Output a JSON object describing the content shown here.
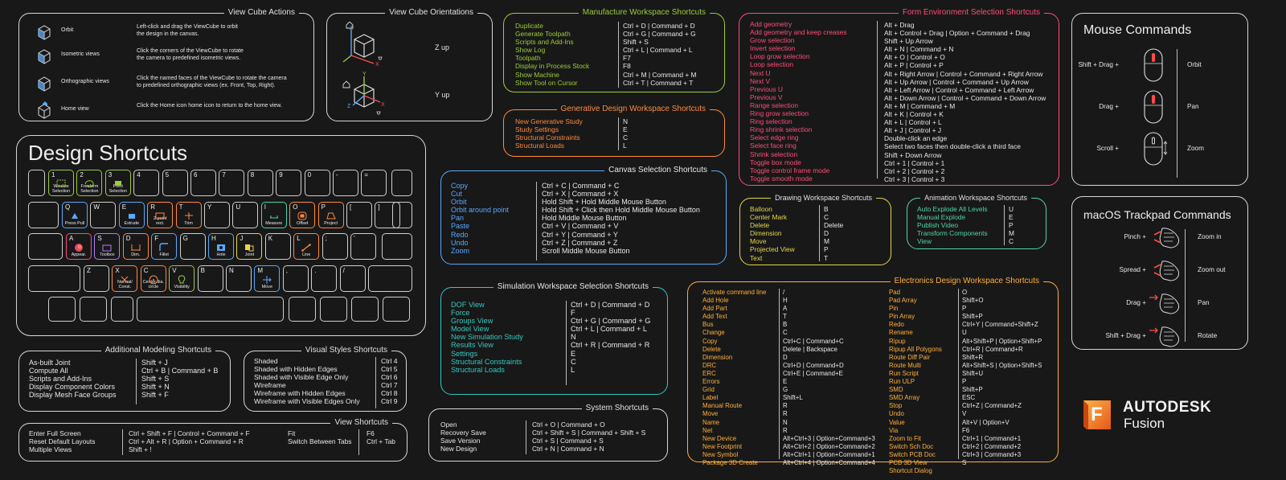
{
  "colors": {
    "green": "#9ccc3a",
    "orange": "#ff8a3c",
    "red": "#ff4d7a",
    "blue": "#5aa9ff",
    "yellow": "#e6d64a",
    "mint": "#4fd6a4",
    "teal": "#37c7c0",
    "purple": "#b67cff",
    "amber": "#ffb03a",
    "white": "#e8e8e8",
    "brand": "#f47b20"
  },
  "view_cube_actions": {
    "title": "View Cube Actions",
    "rows": [
      {
        "icon": "cube-orbit-icon",
        "label": "Orbit",
        "desc": "Left-click and drag the ViewCube to orbit\nthe design in the canvas."
      },
      {
        "icon": "cube-isometric-icon",
        "label": "Isometric views",
        "desc": "Click the corners of the ViewCube to rotate\nthe camera to predefined isometric views."
      },
      {
        "icon": "cube-orthographic-icon",
        "label": "Orthographic views",
        "desc": "Click the named faces of the ViewCube to rotate the camera\nto predefined orthographic views (ex. Front, Top, Right)."
      },
      {
        "icon": "cube-home-icon",
        "label": "Home view",
        "desc": "Click the Home icon home icon to return to the home view."
      }
    ]
  },
  "view_cube_orientations": {
    "title": "View Cube Orientations",
    "rows": [
      {
        "label": "Z up"
      },
      {
        "label": "Y up"
      }
    ]
  },
  "manufacture": {
    "title": "Manufacture Workspace Shortcuts",
    "actions": [
      "Duplicate",
      "Generate Toolpath",
      "Scripts and Add-Ins",
      "Show Log",
      "Toolpath",
      "Display in Process Stock",
      "Show Machine",
      "Show Tool on Cursor"
    ],
    "keys": [
      "Ctrl + D | Command + D",
      "Ctrl + G | Command + G",
      "Shift + S",
      "Ctrl + L | Command + L",
      "F7",
      "F8",
      "Ctrl + M | Command + M",
      "Ctrl + T | Command + T"
    ]
  },
  "generative": {
    "title": "Generative Design Workspace Shortcuts",
    "actions": [
      "New Generative Study",
      "Study Settings",
      "Structural Constraints",
      "Structural Loads"
    ],
    "keys": [
      "N",
      "E",
      "C",
      "L"
    ]
  },
  "form": {
    "title": "Form Environment Selection Shortcuts",
    "actions": [
      "Add geometry",
      "Add geometry and keep creases",
      "Grow selection",
      "Invert selection",
      "Loop grow selection",
      "Loop selection",
      "Next U",
      "Next V",
      "Previous U",
      "Previous V",
      "Range selection",
      "Ring grow selection",
      "Ring selection",
      "Ring shrink selection",
      "Select edge ring",
      "Select face ring",
      "Shrink selection",
      "Toggle box mode",
      "Toggle control frame mode",
      "Toggle smooth mode"
    ],
    "keys": [
      "Alt + Drag",
      "Alt + Control + Drag | Option + Command + Drag",
      "Shift + Up Arrow",
      "Alt + N | Command + N",
      "Alt + O | Control + O",
      "Alt + P | Control + P",
      "Alt + Right Arrow | Control + Command + Right Arrow",
      "Alt + Up Arrow | Control + Command + Up Arrow",
      "Alt + Left Arrow | Control + Command + Left Arrow",
      "Alt + Down Arrow | Control + Command + Down Arrow",
      "Alt + M | Command + M",
      "Alt + K | Control + K",
      "Alt + L | Control + L",
      "Alt + J | Control + J",
      "Double-click an edge",
      "Select two faces then double-click a third face",
      "Shift + Down Arrow",
      "Ctrl + 1 | Control + 1",
      "Ctrl + 2 | Control + 2",
      "Ctrl + 3 | Control + 3"
    ]
  },
  "mouse": {
    "title": "Mouse Commands",
    "rows": [
      {
        "modifier": "Shift + Drag +",
        "action": "Orbit"
      },
      {
        "modifier": "Drag +",
        "action": "Pan"
      },
      {
        "modifier": "Scroll +",
        "action": "Zoom"
      }
    ]
  },
  "trackpad": {
    "title": "macOS Trackpad Commands",
    "rows": [
      {
        "modifier": "Pinch +",
        "action": "Zoom in"
      },
      {
        "modifier": "Spread +",
        "action": "Zoom out"
      },
      {
        "modifier": "Drag +",
        "action": "Pan"
      },
      {
        "modifier": "Shift + Drag +",
        "action": "Rotate"
      }
    ]
  },
  "design": {
    "title": "Design Shortcuts",
    "keys": [
      {
        "l": "1",
        "s": "Window\nSelection",
        "c": "green",
        "g": "win"
      },
      {
        "l": "2",
        "s": "Freeform\nSelection",
        "c": "green",
        "g": "free"
      },
      {
        "l": "3",
        "s": "Point\nSelection",
        "c": "green",
        "g": "pt"
      },
      {
        "l": "4"
      },
      {
        "l": "5"
      },
      {
        "l": "6"
      },
      {
        "l": "7"
      },
      {
        "l": "8"
      },
      {
        "l": "9"
      },
      {
        "l": "0"
      },
      {
        "l": "-"
      },
      {
        "l": "="
      },
      {
        "l": "Q",
        "s": "Press Pull",
        "c": "blue",
        "g": "press"
      },
      {
        "l": "W"
      },
      {
        "l": "E",
        "s": "Extrude",
        "c": "blue",
        "g": "ext"
      },
      {
        "l": "R",
        "s": "2-point\nrect.",
        "c": "orange",
        "g": "rect"
      },
      {
        "l": "T",
        "s": "Trim",
        "c": "orange",
        "g": "trim"
      },
      {
        "l": "Y"
      },
      {
        "l": "U"
      },
      {
        "l": "I",
        "s": "Measure",
        "c": "mint",
        "g": "meas"
      },
      {
        "l": "O",
        "s": "Offset",
        "c": "orange",
        "g": "off"
      },
      {
        "l": "P",
        "s": "Project",
        "c": "orange",
        "g": "proj"
      },
      {
        "l": "["
      },
      {
        "l": "]"
      },
      {
        "l": "A",
        "s": "Appear.",
        "c": "red",
        "g": "app"
      },
      {
        "l": "S",
        "s": "Toolbox",
        "c": "purple",
        "g": "tool"
      },
      {
        "l": "D",
        "s": "Dim.",
        "c": "orange",
        "g": "dim"
      },
      {
        "l": "F",
        "s": "Fillet",
        "c": "blue",
        "g": "fil"
      },
      {
        "l": "G"
      },
      {
        "l": "H",
        "s": "Hole",
        "c": "blue",
        "g": "hole"
      },
      {
        "l": "J",
        "s": "Joint",
        "c": "yellow",
        "g": "joint"
      },
      {
        "l": "K"
      },
      {
        "l": "L",
        "s": "Line",
        "c": "orange",
        "g": "line"
      },
      {
        "l": ";"
      },
      {
        "l": "'"
      },
      {
        "l": "Z"
      },
      {
        "l": "X",
        "s": "Normal/\nConst.",
        "c": "orange",
        "g": "norm"
      },
      {
        "l": "C",
        "s": "Center dia.\ncircle",
        "c": "orange",
        "g": "circ"
      },
      {
        "l": "V",
        "s": "Visibility",
        "c": "green",
        "g": "vis"
      },
      {
        "l": "B"
      },
      {
        "l": "N"
      },
      {
        "l": "M",
        "s": "Move",
        "c": "blue",
        "g": "move"
      },
      {
        "l": ","
      },
      {
        "l": "."
      },
      {
        "l": "/"
      }
    ]
  },
  "canvas": {
    "title": "Canvas Selection Shortcuts",
    "actions": [
      "Copy",
      "Cut",
      "Orbit",
      "Orbit around point",
      "Pan",
      "Paste",
      "Redo",
      "Undo",
      "Zoom"
    ],
    "keys": [
      "Ctrl + C | Command + C",
      "Ctrl + X | Command + X",
      "Hold Shift + Hold Middle Mouse Button",
      "Hold Shift + Click then Hold Middle Mouse Button",
      "Hold Middle Mouse Button",
      "Ctrl + V | Command + V",
      "Ctrl + Y | Command + Y",
      "Ctrl + Z | Command + Z",
      "Scroll Middle Mouse Button"
    ]
  },
  "drawing": {
    "title": "Drawing Workspace Shortcuts",
    "actions": [
      "Balloon",
      "Center Mark",
      "Delete",
      "Dimension",
      "Move",
      "Projected View",
      "Text"
    ],
    "keys": [
      "B",
      "C",
      "Delete",
      "D",
      "M",
      "P",
      "T"
    ]
  },
  "animation": {
    "title": "Animation Workspace Shortcuts",
    "actions": [
      "Auto Explode All Levels",
      "Manual Explode",
      "Publish Video",
      "Transform Components",
      "View"
    ],
    "keys": [
      "U",
      "E",
      "P",
      "M",
      "C"
    ]
  },
  "simulation": {
    "title": "Simulation Workspace Selection Shortcuts",
    "actions": [
      "DOF View",
      "Force",
      "Groups View",
      "Model View",
      "New Simulation Study",
      "Results View",
      "Settings",
      "Structural Constraints",
      "Structural Loads"
    ],
    "keys": [
      "Ctrl + D | Command + D",
      "F",
      "Ctrl + G | Command + G",
      "Ctrl + L | Command + L",
      "N",
      "Ctrl + R | Command + R",
      "E",
      "C",
      "L"
    ]
  },
  "electronics": {
    "title": "Electronics Design Workspace Shortcuts",
    "actions1": [
      "Activate command line",
      "Add Hole",
      "Add Part",
      "Add Text",
      "Bus",
      "Change",
      "Copy",
      "Delete",
      "Dimension",
      "DRC",
      "ERC",
      "Errors",
      "Grid",
      "Label",
      "Manual Route",
      "Move",
      "Name",
      "Net",
      "New Device",
      "New Footprint",
      "New Symbol",
      "Package 3D Create"
    ],
    "keys1": [
      "/",
      "H",
      "A",
      "T",
      "B",
      "C",
      "Ctrl+C | Command+C",
      "Delete | Backspace",
      "D",
      "Ctrl+D | Command+D",
      "Ctrl+E | Command+E",
      "E",
      "G",
      "Shift+L",
      "R",
      "R",
      "N",
      "R",
      "Alt+Ctrl+3 | Option+Command+3",
      "Alt+Ctrl+2 | Option+Command+2",
      "Alt+Ctrl+1 | Option+Command+1",
      "Alt+Ctrl+4 | Option+Command+4"
    ],
    "actions2": [
      "Pad",
      "Pad Array",
      "Pin",
      "Pin Array",
      "Redo",
      "Rename",
      "Ripup",
      "Ripup All Polygons",
      "Route Diff Pair",
      "Route Multi",
      "Run Script",
      "Run ULP",
      "SMD",
      "SMD Array",
      "Stop",
      "Undo",
      "Value",
      "Via",
      "Zoom to Fit",
      "Switch Sch Doc",
      "Switch PCB Doc",
      "PCB 3D View",
      "Shortcut Dialog"
    ],
    "keys2": [
      "O",
      "Shift+O",
      "P",
      "Shift+P",
      "Ctrl+Y | Command+Shift+Z",
      "U",
      "Alt+Shift+P | Option+Shift+P",
      "Ctrl+R | Command+R",
      "Shift+R",
      "Alt+Shift+S | Option+Shift+S",
      "Shift+U",
      "P",
      "Shift+P",
      "ESC",
      "Ctrl+Z | Command+Z",
      "V",
      "Alt+V | Option+V",
      "F6",
      "Ctrl+1 | Command+1",
      "Ctrl+2 | Command+2",
      "Ctrl+3 | Command+3",
      "S"
    ]
  },
  "additional": {
    "title": "Additional Modeling Shortcuts",
    "actions": [
      "As-built Joint",
      "Compute All",
      "Scripts and Add-Ins",
      "Display Component Colors",
      "Display Mesh Face Groups"
    ],
    "keys": [
      "Shift + J",
      "Ctrl + B | Command + B",
      "Shift + S",
      "Shift + N",
      "Shift + F"
    ]
  },
  "visual": {
    "title": "Visual Styles Shortcuts",
    "actions": [
      "Shaded",
      "Shaded with Hidden Edges",
      "Shaded with Visible Edge Only",
      "Wireframe",
      "Wireframe with Hidden Edges",
      "Wireframe with Visible Edges Only"
    ],
    "keys": [
      "Ctrl 4",
      "Ctrl 5",
      "Ctrl 6",
      "Ctrl 7",
      "Ctrl 8",
      "Ctrl 9"
    ]
  },
  "view": {
    "title": "View Shortcuts",
    "actions": [
      "Enter Full Screen",
      "Reset Default Layouts",
      "Multiple Views"
    ],
    "keys": [
      "Ctrl + Shift + F | Control + Command + F",
      "Ctrl + Alt + R | Option + Command + R",
      "Shift + !"
    ],
    "actions2": [
      "Fit",
      "Switch Between Tabs"
    ],
    "keys2": [
      "F6",
      "Ctrl + Tab"
    ]
  },
  "system": {
    "title": "System Shortcuts",
    "actions": [
      "Open",
      "Recovery Save",
      "Save Version",
      "New Design"
    ],
    "keys": [
      "Ctrl + O | Command + O",
      "Ctrl + Shift + S | Command + Shift + S",
      "Ctrl + S | Command + S",
      "Ctrl + N | Command + N"
    ]
  },
  "brand": {
    "name": "AUTODESK",
    "product": "Fusion",
    "logo_letter": "F"
  }
}
